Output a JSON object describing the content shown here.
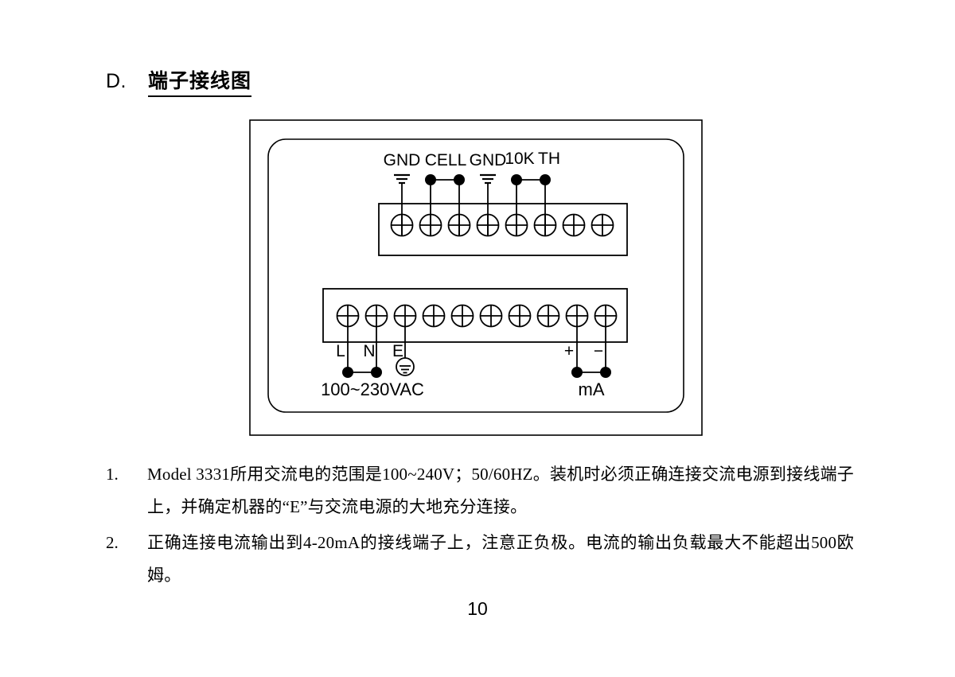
{
  "heading": {
    "marker": "D.",
    "title": "端子接线图"
  },
  "diagram": {
    "top_block": {
      "terminal_count": 8,
      "labels": [
        {
          "text": "GND",
          "terminal": 1,
          "symbol": "earth-ground"
        },
        {
          "text": "CELL",
          "terminal": 2,
          "symbol": "dot-pair"
        },
        {
          "text": "GND",
          "terminal": 4,
          "symbol": "earth-ground"
        },
        {
          "text": "10K",
          "terminal": 5,
          "symbol": "dot-pair"
        },
        {
          "text": "TH",
          "terminal": 6,
          "symbol": "dot-pair"
        }
      ]
    },
    "bottom_block": {
      "terminal_count": 10,
      "labels": [
        {
          "text": "L",
          "terminal": 1
        },
        {
          "text": "N",
          "terminal": 2
        },
        {
          "text": "E",
          "terminal": 3,
          "symbol": "circled-ground"
        },
        {
          "text": "+",
          "terminal": 9
        },
        {
          "text": "−",
          "terminal": 10
        }
      ],
      "captions": [
        {
          "text": "100~230VAC"
        },
        {
          "text": "mA"
        }
      ]
    }
  },
  "notes": [
    {
      "number": "1.",
      "text": "Model 3331所用交流电的范围是100~240V；50/60HZ。装机时必须正确连接交流电源到接线端子上，并确定机器的“E”与交流电源的大地充分连接。"
    },
    {
      "number": "2.",
      "text": "正确连接电流输出到4-20mA的接线端子上，注意正负极。电流的输出负载最大不能超出500欧姆。"
    }
  ],
  "page_number": "10"
}
